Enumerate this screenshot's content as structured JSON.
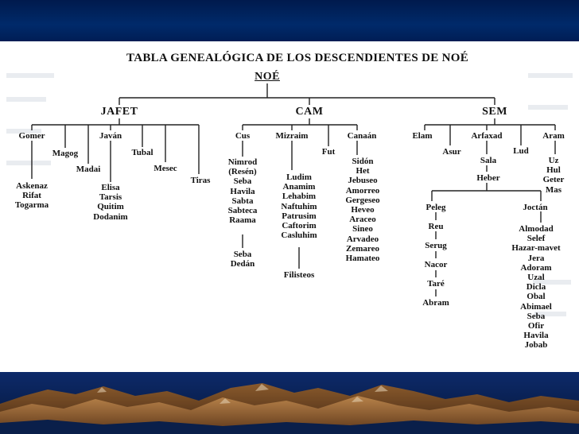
{
  "title": "TABLA GENEALÓGICA DE LOS DESCENDIENTES DE NOÉ",
  "root": "NOÉ",
  "japheth": {
    "name": "JAFET",
    "gomer": "Gomer",
    "magog": "Magog",
    "madai": "Madai",
    "javan": "Javán",
    "tubal": "Tubal",
    "mesec": "Mesec",
    "tiras": "Tiras",
    "gomer_sons": [
      "Askenaz",
      "Rifat",
      "Togarma"
    ],
    "javan_sons": [
      "Elisa",
      "Tarsis",
      "Quitim",
      "Dodanim"
    ]
  },
  "ham": {
    "name": "CAM",
    "cus": "Cus",
    "mizraim": "Mizraim",
    "fut": "Fut",
    "canaan": "Canaán",
    "cus_sons": [
      "Nimrod",
      "(Resén)",
      "Seba",
      "Havila",
      "Sabta",
      "Sabteca",
      "Raama"
    ],
    "raama_sons": [
      "Seba",
      "Dedán"
    ],
    "mizraim_sons": [
      "Ludim",
      "Anamim",
      "Lehabim",
      "Naftuhim",
      "Patrusim",
      "Caftorim",
      "Casluhim"
    ],
    "filisteos": "Filisteos",
    "canaan_sons": [
      "Sidón",
      "Het",
      "Jebuseo",
      "Amorreo",
      "Gergeseo",
      "Heveo",
      "Araceo",
      "Sineo",
      "Arvadeo",
      "Zemareo",
      "Hamateo"
    ]
  },
  "shem": {
    "name": "SEM",
    "elam": "Elam",
    "asur": "Asur",
    "arfaxad": "Arfaxad",
    "lud": "Lud",
    "aram": "Aram",
    "sala": "Sala",
    "heber": "Heber",
    "aram_sons": [
      "Uz",
      "Hul",
      "Geter",
      "Mas"
    ],
    "peleg": "Peleg",
    "peleg_line": [
      "Reu",
      "Serug",
      "Nacor",
      "Taré",
      "Abram"
    ],
    "joctan": "Joctán",
    "joctan_sons": [
      "Almodad",
      "Selef",
      "Hazar-mavet",
      "Jera",
      "Adoram",
      "Uzal",
      "Dicla",
      "Obal",
      "Abimael",
      "Seba",
      "Ofir",
      "Havila",
      "Jobab"
    ]
  },
  "colors": {
    "header": "#002a6a",
    "ground": "#0a1f4a",
    "mountain": "#7a4a22",
    "ink": "#111111"
  }
}
